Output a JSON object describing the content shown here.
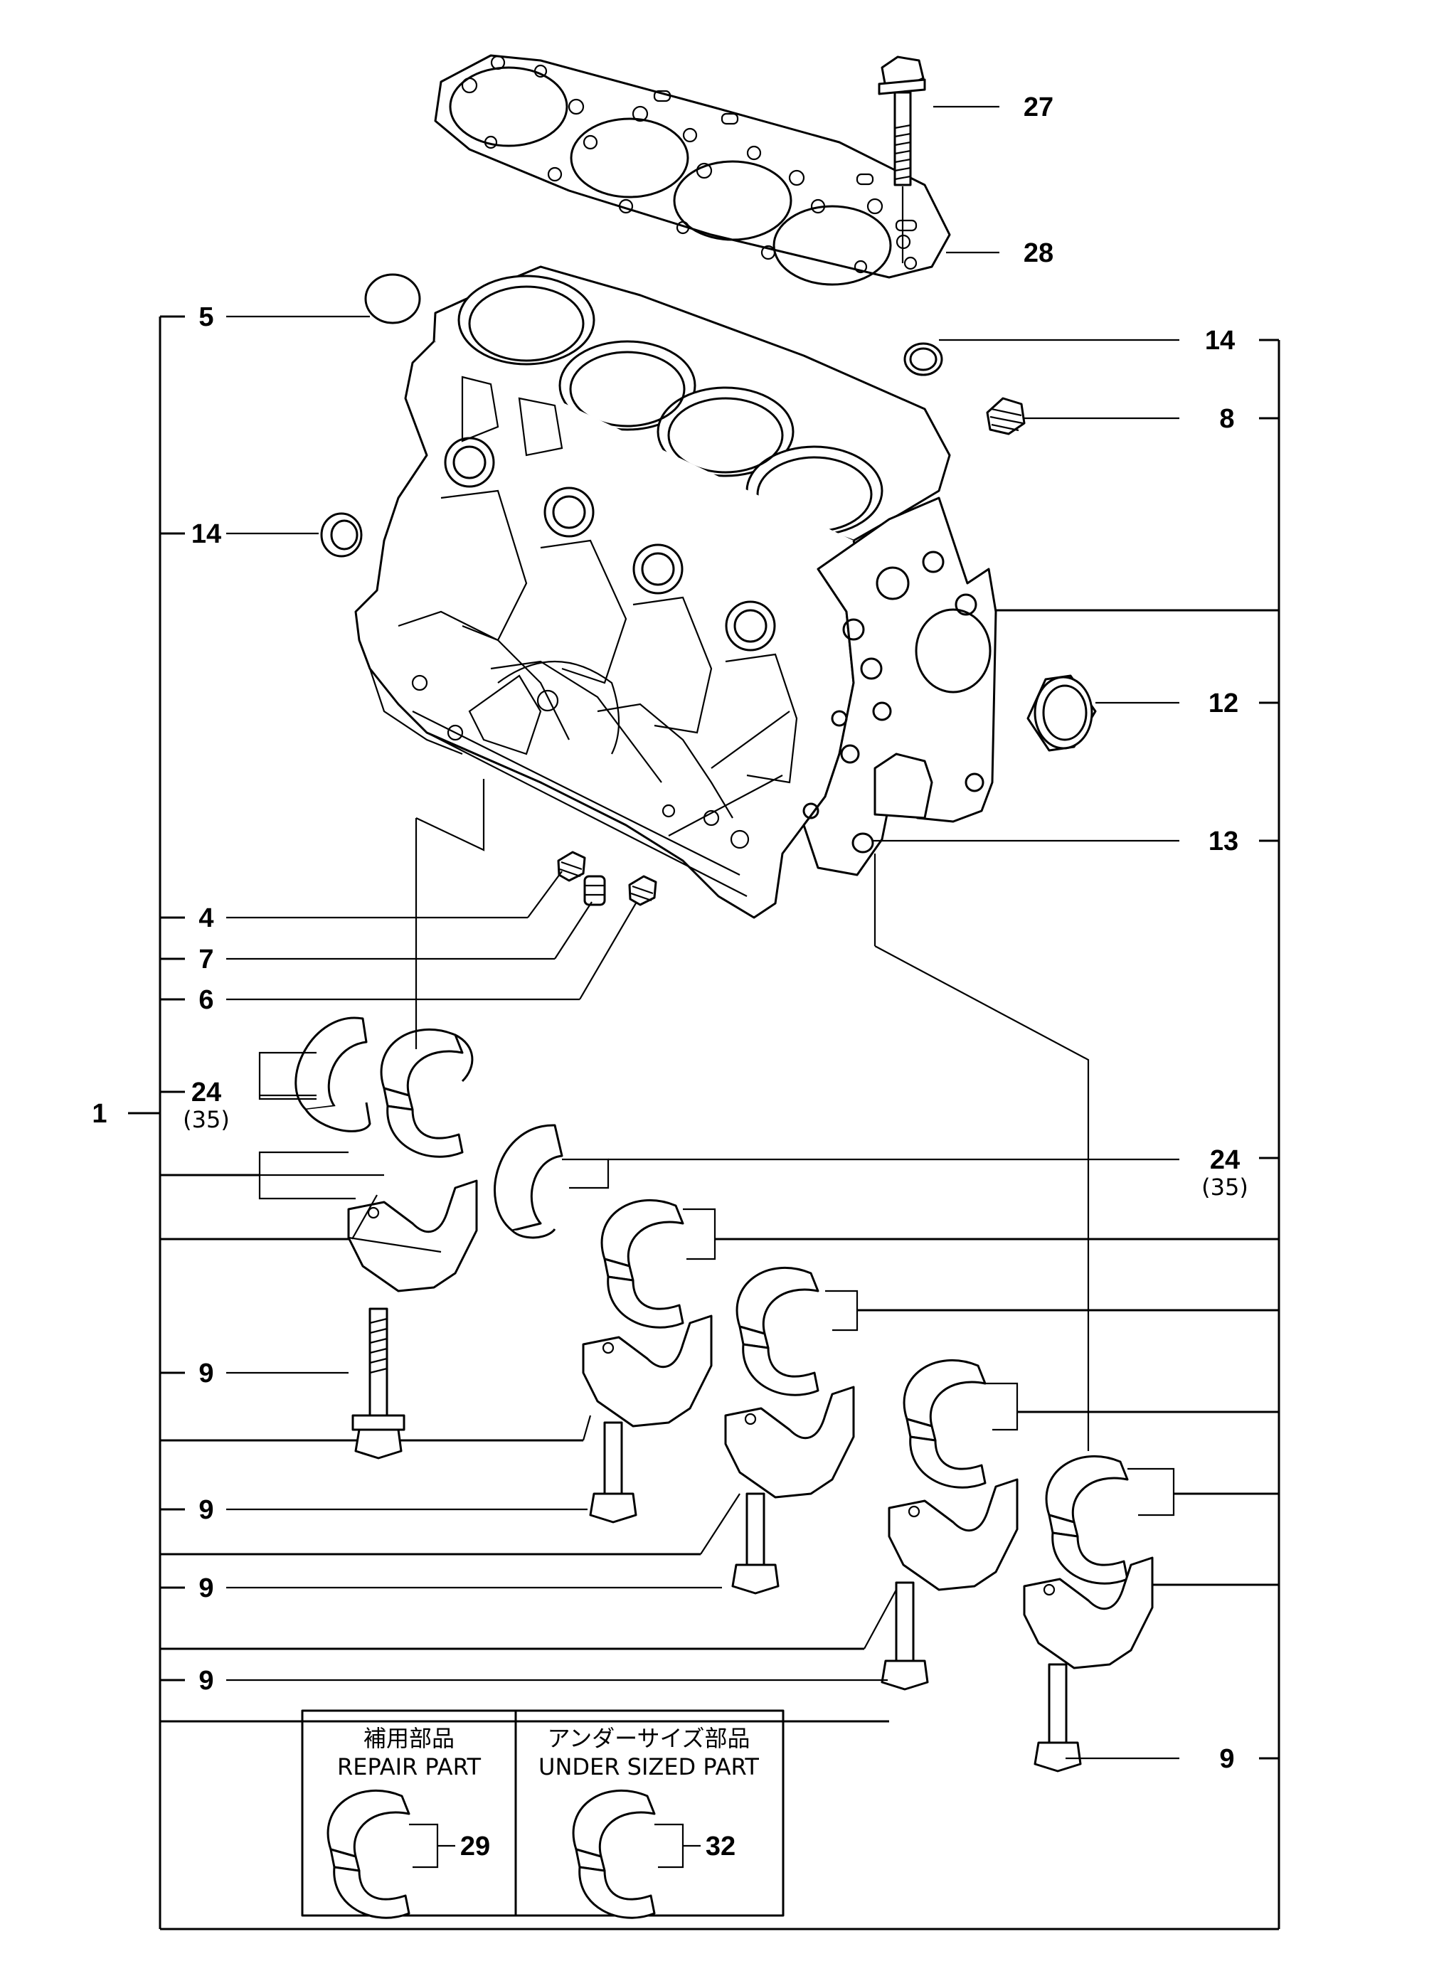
{
  "labels": {
    "l1": "1",
    "l4": "4",
    "l5": "5",
    "l6": "6",
    "l7": "7",
    "l8": "8",
    "l9a": "9",
    "l9b": "9",
    "l9c": "9",
    "l9d": "9",
    "l9e": "9",
    "l12": "12",
    "l13": "13",
    "l14a": "14",
    "l14b": "14",
    "l24a": "24",
    "l24a_sub": "(35)",
    "l24b": "24",
    "l24b_sub": "(35)",
    "l27": "27",
    "l28": "28",
    "l29": "29",
    "l32": "32"
  },
  "legend": {
    "repair_jp": "補用部品",
    "repair_en": "REPAIR PART",
    "under_jp": "アンダーサイズ部品",
    "under_en": "UNDER SIZED PART"
  }
}
